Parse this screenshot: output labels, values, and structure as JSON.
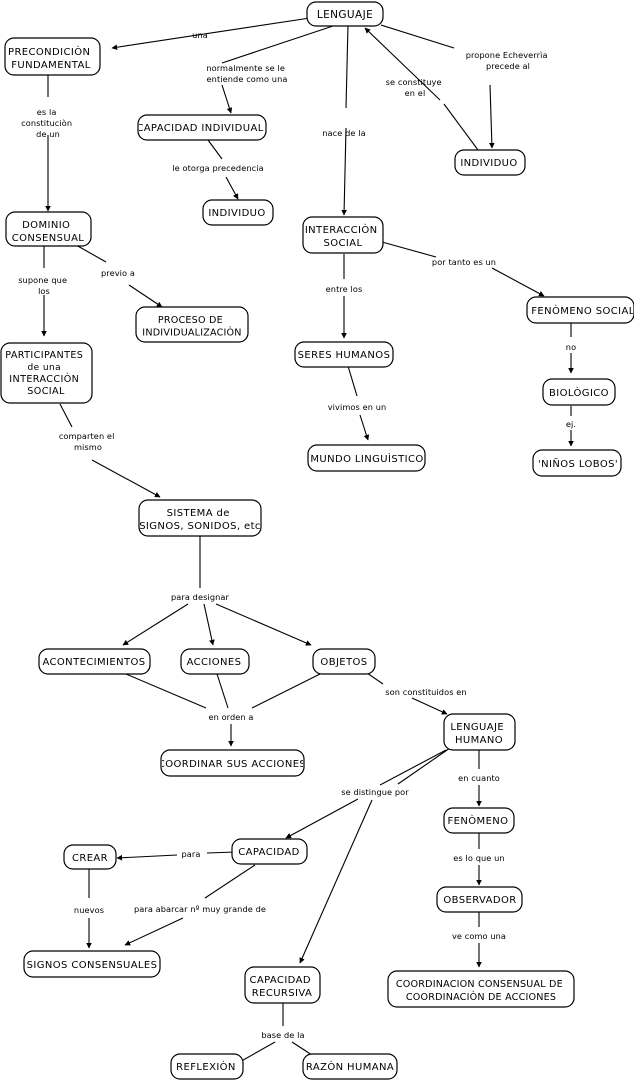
{
  "diagram": {
    "title": "Mapa conceptual del Lenguaje",
    "type": "concept-map",
    "background_color": "#ffffff",
    "stroke_color": "#000000",
    "node_fill": "#ffffff"
  },
  "nodes": [
    {
      "id": "lenguaje",
      "label": "LENGUAJE",
      "lines": [
        "LENGUAJE"
      ]
    },
    {
      "id": "precondicion",
      "label": "PRECONDICIÒN FUNDAMENTAL",
      "lines": [
        "PRECONDICIÒN",
        "FUNDAMENTAL"
      ]
    },
    {
      "id": "capacidad_ind",
      "label": "CAPACIDAD INDIVIDUAL",
      "lines": [
        "CAPACIDAD INDIVIDUAL"
      ]
    },
    {
      "id": "individuo_1",
      "label": "INDIVIDUO",
      "lines": [
        "INDIVIDUO"
      ]
    },
    {
      "id": "individuo_2",
      "label": "INDIVIDUO",
      "lines": [
        "INDIVIDUO"
      ]
    },
    {
      "id": "dominio",
      "label": "DOMINIO CONSENSUAL",
      "lines": [
        "DOMINIO",
        "CONSENSUAL"
      ]
    },
    {
      "id": "proceso_indiv",
      "label": "PROCESO DE INDIVIDUALIZACIÒN",
      "lines": [
        "PROCESO DE",
        "INDIVIDUALIZACIÒN"
      ]
    },
    {
      "id": "participantes",
      "label": "PARTICIPANTES de una INTERACCIÒN SOCIAL",
      "lines": [
        "PARTICIPANTES",
        "de una",
        "INTERACCIÒN",
        "SOCIAL"
      ]
    },
    {
      "id": "interaccion",
      "label": "INTERACCIÒN SOCIAL",
      "lines": [
        "INTERACCIÒN",
        "SOCIAL"
      ]
    },
    {
      "id": "fenomeno_social",
      "label": "FENÒMENO SOCIAL",
      "lines": [
        "FENÒMENO SOCIAL"
      ]
    },
    {
      "id": "biologico",
      "label": "BIOLÒGICO",
      "lines": [
        "BIOLÒGICO"
      ]
    },
    {
      "id": "ninos_lobos",
      "label": "'NIÑOS LOBOS'",
      "lines": [
        "'NIÑOS LOBOS'"
      ]
    },
    {
      "id": "seres_humanos",
      "label": "SERES HUMANOS",
      "lines": [
        "SERES HUMANOS"
      ]
    },
    {
      "id": "mundo_ling",
      "label": "MUNDO LINGUÌSTICO",
      "lines": [
        "MUNDO LINGUÌSTICO"
      ]
    },
    {
      "id": "sistema",
      "label": "SISTEMA de SIGNOS, SONIDOS, etc",
      "lines": [
        "SISTEMA de",
        "SIGNOS, SONIDOS, etc"
      ]
    },
    {
      "id": "acontecimientos",
      "label": "ACONTECIMIENTOS",
      "lines": [
        "ACONTECIMIENTOS"
      ]
    },
    {
      "id": "acciones",
      "label": "ACCIONES",
      "lines": [
        "ACCIONES"
      ]
    },
    {
      "id": "objetos",
      "label": "OBJETOS",
      "lines": [
        "OBJETOS"
      ]
    },
    {
      "id": "coordinar",
      "label": "COORDINAR SUS ACCIONES",
      "lines": [
        "COORDINAR SUS ACCIONES"
      ]
    },
    {
      "id": "lenguaje_humano",
      "label": "LENGUAJE HUMANO",
      "lines": [
        "LENGUAJE",
        "HUMANO"
      ]
    },
    {
      "id": "fenomeno",
      "label": "FENÒMENO",
      "lines": [
        "FENÒMENO"
      ]
    },
    {
      "id": "observador",
      "label": "OBSERVADOR",
      "lines": [
        "OBSERVADOR"
      ]
    },
    {
      "id": "coordinacion",
      "label": "COORDINACION CONSENSUAL DE COORDINACIÒN DE ACCIONES",
      "lines": [
        "COORDINACION CONSENSUAL DE",
        "COORDINACIÒN DE ACCIONES"
      ]
    },
    {
      "id": "capacidad",
      "label": "CAPACIDAD",
      "lines": [
        "CAPACIDAD"
      ]
    },
    {
      "id": "crear",
      "label": "CREAR",
      "lines": [
        "CREAR"
      ]
    },
    {
      "id": "signos_cons",
      "label": "SIGNOS CONSENSUALES",
      "lines": [
        "SIGNOS CONSENSUALES"
      ]
    },
    {
      "id": "cap_recursiva",
      "label": "CAPACIDAD RECURSIVA",
      "lines": [
        "CAPACIDAD",
        "RECURSIVA"
      ]
    },
    {
      "id": "reflexion",
      "label": "REFLEXIÒN",
      "lines": [
        "REFLEXIÒN"
      ]
    },
    {
      "id": "razon_humana",
      "label": "RAZÒN HUMANA",
      "lines": [
        "RAZÒN HUMANA"
      ]
    }
  ],
  "links": [
    {
      "id": "l1",
      "from": "lenguaje",
      "to": "precondicion",
      "lines": [
        "una"
      ]
    },
    {
      "id": "l2",
      "from": "lenguaje",
      "to": "capacidad_ind",
      "lines": [
        "normalmente se le",
        "entiende como una"
      ]
    },
    {
      "id": "l3",
      "from": "lenguaje",
      "to": "interaccion",
      "lines": [
        "nace de la"
      ]
    },
    {
      "id": "l4",
      "from": "interaccion",
      "to": "lenguaje",
      "lines": [
        "se constituye",
        "en el"
      ]
    },
    {
      "id": "l5",
      "from": "lenguaje",
      "to": "individuo_2",
      "lines": [
        "propone Echeverrìa",
        "precede al"
      ]
    },
    {
      "id": "l6",
      "from": "precondicion",
      "to": "dominio",
      "lines": [
        "es la",
        "constituciòn",
        "de un"
      ]
    },
    {
      "id": "l7",
      "from": "capacidad_ind",
      "to": "individuo_1",
      "lines": [
        "le otorga precedencia"
      ]
    },
    {
      "id": "l8",
      "from": "dominio",
      "to": "participantes",
      "lines": [
        "supone que",
        "los"
      ]
    },
    {
      "id": "l9",
      "from": "dominio",
      "to": "proceso_indiv",
      "lines": [
        "previo a"
      ]
    },
    {
      "id": "l10",
      "from": "interaccion",
      "to": "fenomeno_social",
      "lines": [
        "por tanto es un"
      ]
    },
    {
      "id": "l11",
      "from": "interaccion",
      "to": "seres_humanos",
      "lines": [
        "entre los"
      ]
    },
    {
      "id": "l12",
      "from": "fenomeno_social",
      "to": "biologico",
      "lines": [
        "no"
      ]
    },
    {
      "id": "l13",
      "from": "biologico",
      "to": "ninos_lobos",
      "lines": [
        "ej."
      ]
    },
    {
      "id": "l14",
      "from": "seres_humanos",
      "to": "mundo_ling",
      "lines": [
        "vivimos en un"
      ]
    },
    {
      "id": "l15",
      "from": "participantes",
      "to": "sistema",
      "lines": [
        "comparten el",
        "mismo"
      ]
    },
    {
      "id": "l16",
      "from": "sistema",
      "to": "acontecimientos",
      "lines": [
        "para designar"
      ]
    },
    {
      "id": "l17",
      "from": "sistema",
      "to": "acciones",
      "lines": []
    },
    {
      "id": "l18",
      "from": "sistema",
      "to": "objetos",
      "lines": []
    },
    {
      "id": "l19",
      "from": "acontecimientos",
      "to": "coordinar",
      "lines": [
        "en orden a"
      ]
    },
    {
      "id": "l20",
      "from": "acciones",
      "to": "coordinar",
      "lines": []
    },
    {
      "id": "l21",
      "from": "objetos",
      "to": "coordinar",
      "lines": []
    },
    {
      "id": "l22",
      "from": "objetos",
      "to": "lenguaje_humano",
      "lines": [
        "son constituidos en"
      ]
    },
    {
      "id": "l23",
      "from": "lenguaje_humano",
      "to": "fenomeno",
      "lines": [
        "en cuanto"
      ]
    },
    {
      "id": "l24",
      "from": "fenomeno",
      "to": "observador",
      "lines": [
        "es lo que un"
      ]
    },
    {
      "id": "l25",
      "from": "observador",
      "to": "coordinacion",
      "lines": [
        "ve como una"
      ]
    },
    {
      "id": "l26",
      "from": "lenguaje_humano",
      "to": "capacidad",
      "lines": [
        "se distingue por"
      ]
    },
    {
      "id": "l27",
      "from": "lenguaje_humano",
      "to": "cap_recursiva",
      "lines": []
    },
    {
      "id": "l28",
      "from": "capacidad",
      "to": "crear",
      "lines": [
        "para"
      ]
    },
    {
      "id": "l29",
      "from": "crear",
      "to": "signos_cons",
      "lines": [
        "nuevos"
      ]
    },
    {
      "id": "l30",
      "from": "capacidad",
      "to": "signos_cons",
      "lines": [
        "para abarcar nº muy grande de"
      ]
    },
    {
      "id": "l31",
      "from": "cap_recursiva",
      "to": "reflexion",
      "lines": [
        "base de la"
      ]
    },
    {
      "id": "l32",
      "from": "cap_recursiva",
      "to": "razon_humana",
      "lines": []
    }
  ]
}
